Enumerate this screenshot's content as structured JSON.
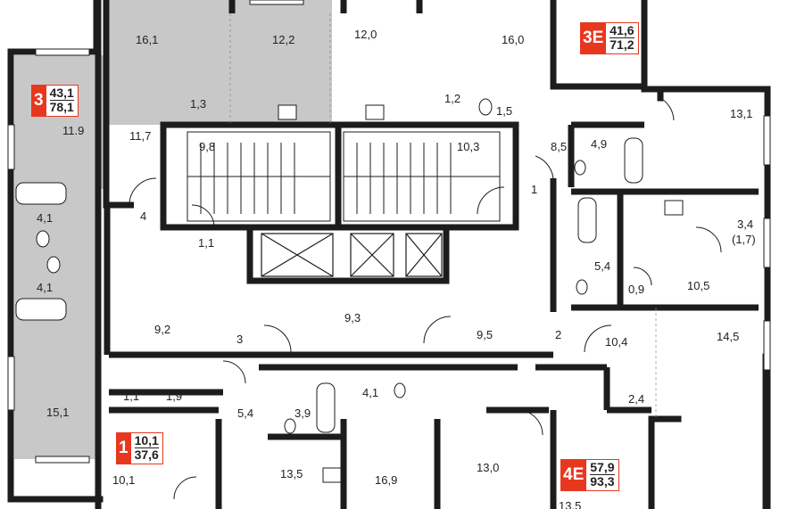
{
  "apartments": [
    {
      "id": "3",
      "area_living": "43,1",
      "area_total": "78,1"
    },
    {
      "id": "3E",
      "area_living": "41,6",
      "area_total": "71,2"
    },
    {
      "id": "1",
      "area_living": "10,1",
      "area_total": "37,6"
    },
    {
      "id": "4E",
      "area_living": "57,9",
      "area_total": "93,3"
    }
  ],
  "rooms": [
    "16,1",
    "12,2",
    "12,0",
    "16,0",
    "1,3",
    "1,2",
    "1,5",
    "11.9",
    "11,7",
    "9,8",
    "10,3",
    "8,5",
    "4,9",
    "13,1",
    "1",
    "4",
    "1,1",
    "4,1",
    "4,1",
    "3,4",
    "(1,7)",
    "5,4",
    "0,9",
    "10,5",
    "9,2",
    "9,3",
    "9,5",
    "3",
    "2",
    "10,4",
    "14,5",
    "1,1",
    "1,9",
    "5,4",
    "3,9",
    "4,1",
    "2,4",
    "15,1",
    "10,1",
    "13,5",
    "16,9",
    "13,0",
    "13,5"
  ],
  "colors": {
    "accent": "#e8371f",
    "wall": "#1c1c1c",
    "shaded": "#c8c8c8"
  }
}
